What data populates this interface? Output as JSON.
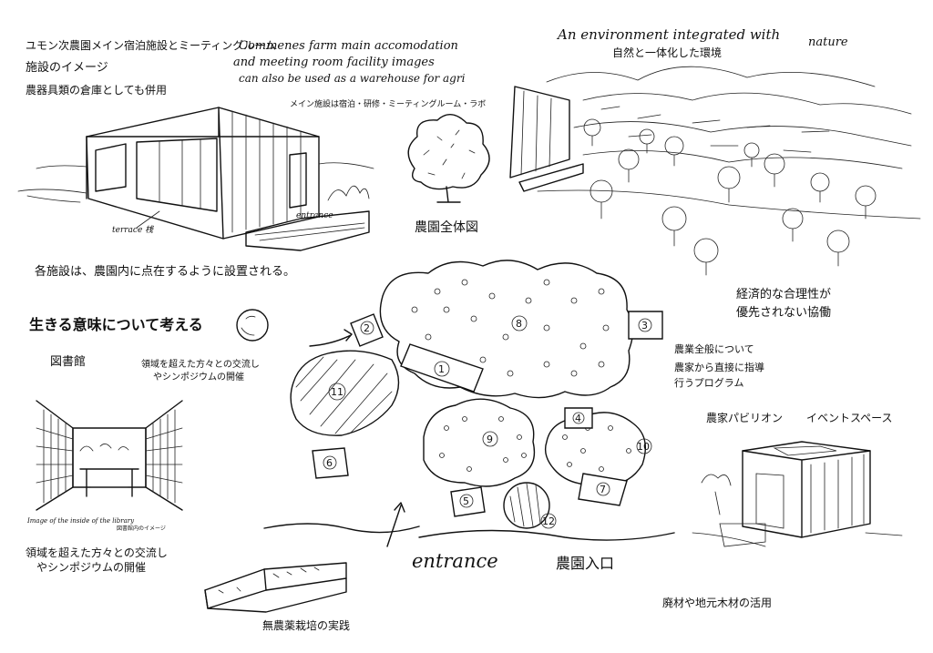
{
  "texts": {
    "top_left_jp_1": "ユモン次農園メイン宿泊施設とミーティングルーム",
    "top_left_jp_2": "施設のイメージ",
    "top_left_jp_3": "農器具類の倉庫としても併用",
    "top_mid_en_1": "Commenes farm main accomodation",
    "top_mid_en_2": "and meeting room facility images",
    "top_mid_en_3": "can also be used as a warehouse for agri",
    "top_mid_jp": "メイン施設は宿泊・研修・ミーティングルーム・ラボ",
    "top_right_en_1": "An environment integrated with",
    "top_right_en_2": "nature",
    "top_right_jp": "自然と一体化した環境",
    "terrace_label": "terrace 桟",
    "entrance_sketch_label": "entrance",
    "field_label": "農園全体図",
    "facilities_scattered": "各施設は、農園内に点在するように設置される。",
    "thinking_meaning": "生きる意味について考える",
    "library": "図書館",
    "symposium_1": "領域を超えた方々との交流し",
    "symposium_2": "やシンポジウムの開催",
    "library_caption_1": "Image of the inside of the library",
    "library_caption_2": "図書館内のイメージ",
    "symposium_bottom_1": "領域を超えた方々との交流し",
    "symposium_bottom_2": "やシンポジウムの開催",
    "organic_practice": "無農薬栽培の実践",
    "entrance_en": "entrance",
    "entrance_jp": "農園入口",
    "economic_1": "経済的な合理性が",
    "economic_2": "優先されない協働",
    "agri_program_1": "農業全般について",
    "agri_program_2": "農家から直接に指導",
    "agri_program_3": "行うプログラム",
    "pavilion": "農家パビリオン",
    "event_space": "イベントスペース",
    "timber": "廃材や地元木材の活用"
  },
  "plan_labels": [
    "1",
    "2",
    "3",
    "4",
    "5",
    "6",
    "7",
    "8",
    "9",
    "10",
    "11",
    "12"
  ],
  "icons": [
    "building-sketch-icon",
    "tree-sketch-icon",
    "orchard-landscape-icon",
    "library-interior-icon",
    "planter-box-icon",
    "pavilion-cube-icon",
    "sun-circle-icon",
    "north-arrow-icon"
  ]
}
